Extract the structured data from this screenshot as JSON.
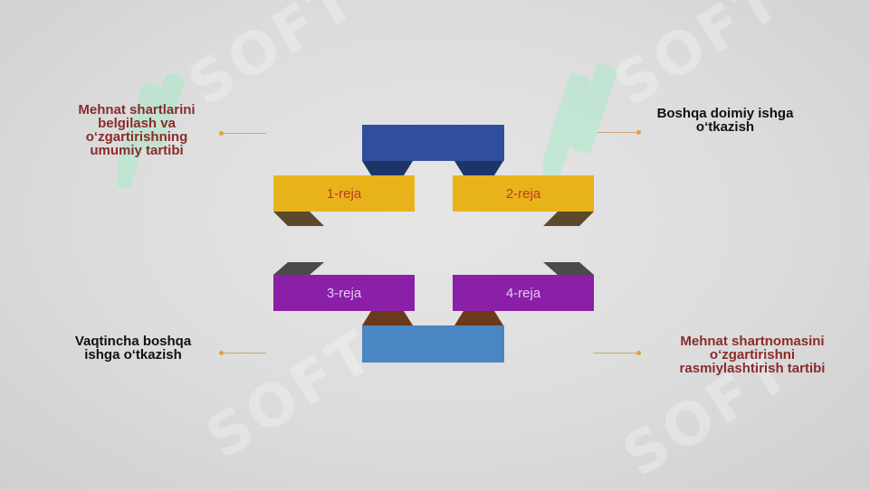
{
  "diagram": {
    "blocks": [
      {
        "id": "b1",
        "label": "1-reja"
      },
      {
        "id": "b2",
        "label": "2-reja"
      },
      {
        "id": "b3",
        "label": "3-reja"
      },
      {
        "id": "b4",
        "label": "4-reja"
      }
    ],
    "callouts": {
      "top_left": "Mehnat shartlarini belgilash va o‘zgartirishning umumiy tartibi",
      "top_right": "Boshqa doimiy ishga o‘tkazish",
      "bottom_left": "Vaqtincha boshqa ishga o‘tkazish",
      "bottom_right": "Mehnat shartnomasini o‘zgartirishni rasmiylashtirish tartibi"
    }
  },
  "watermark": {
    "text": "SOFT"
  },
  "colors": {
    "yellow": "#e8b31a",
    "purple": "#8a1fa8",
    "navy": "#2f4f9c",
    "steel_blue": "#4a86c2",
    "callout_red": "#8b2b2b",
    "callout_black": "#111111"
  }
}
